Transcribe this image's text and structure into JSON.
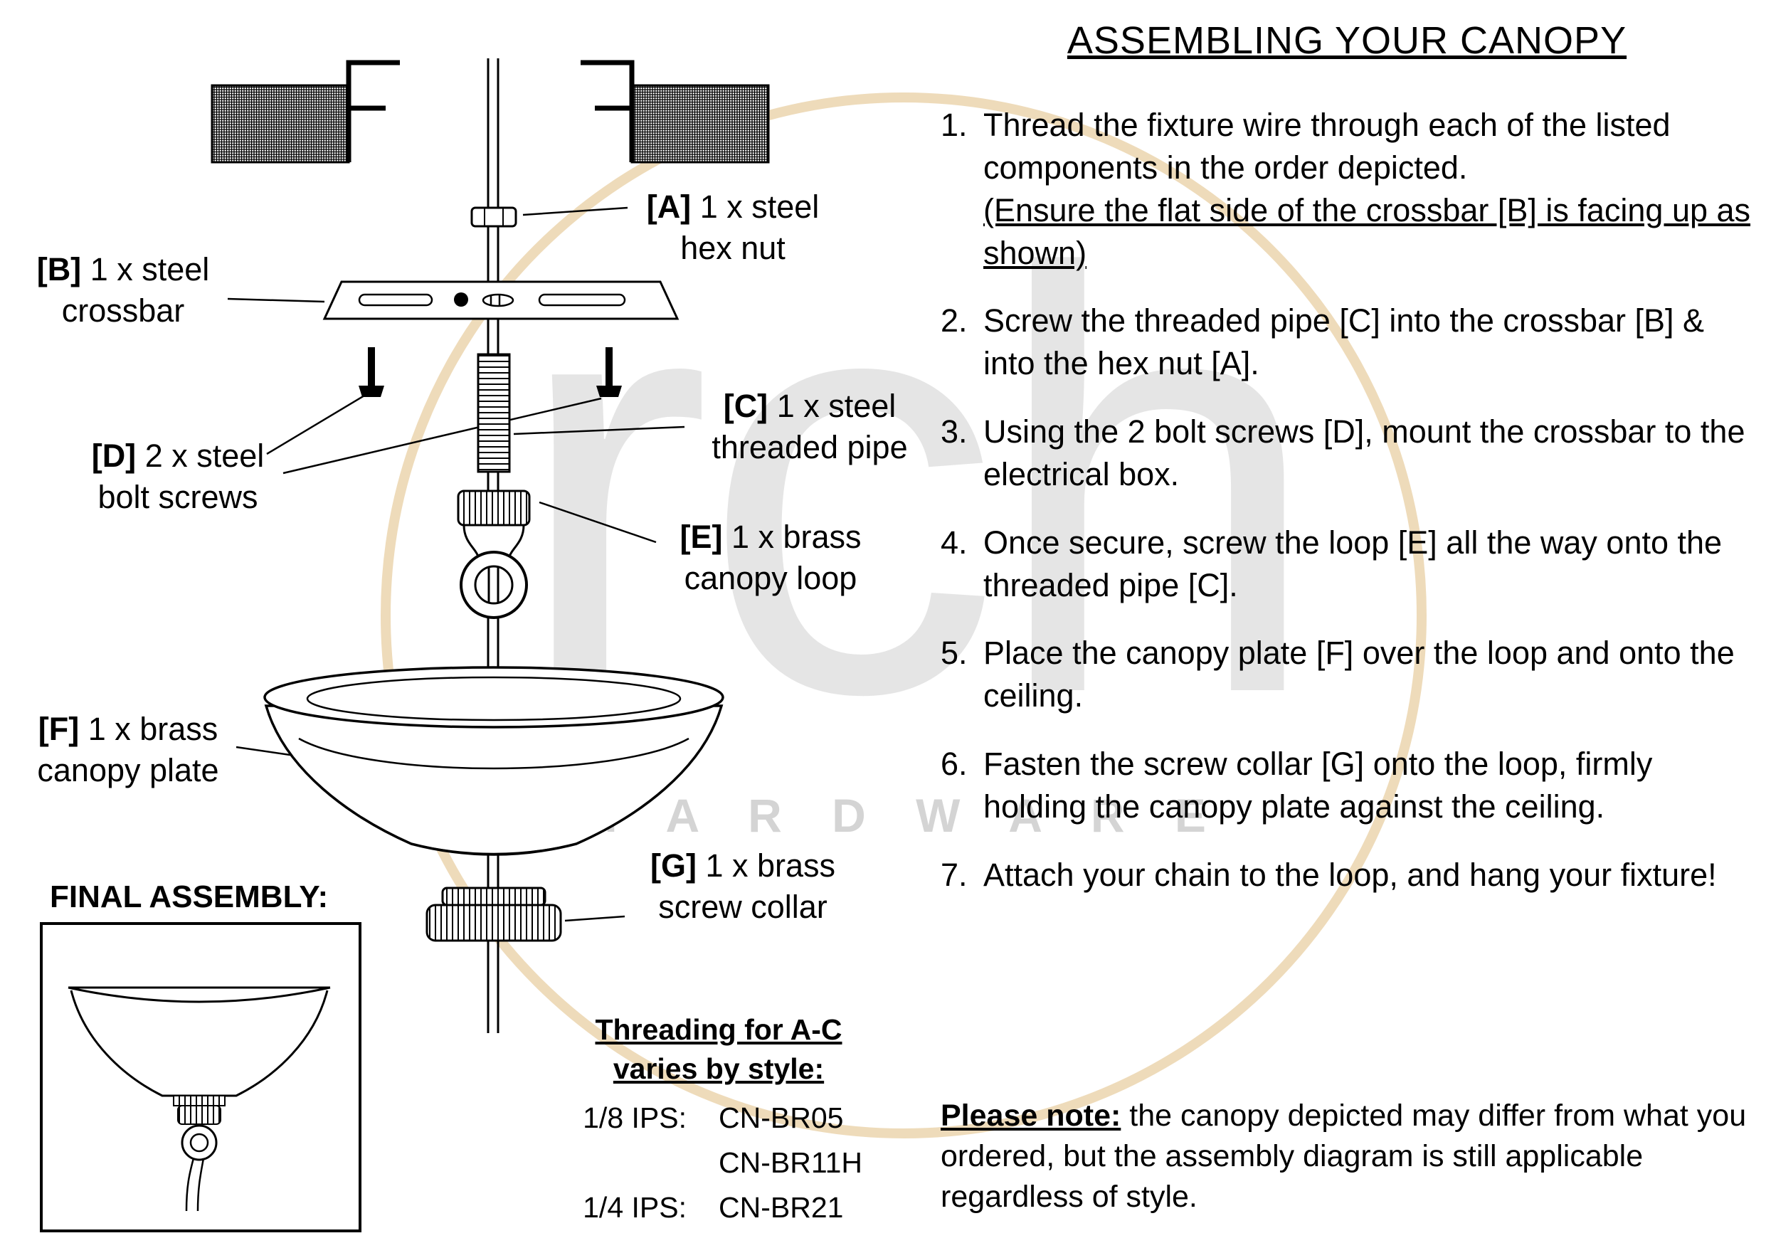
{
  "title": "ASSEMBLING YOUR CANOPY",
  "steps": [
    {
      "num": "1.",
      "text": "Thread the fixture wire through each of the listed components in the order depicted.",
      "underline": "(Ensure the flat side of the crossbar [B] is facing up as shown)"
    },
    {
      "num": "2.",
      "text": "Screw the threaded pipe [C] into the crossbar [B] & into the hex nut [A]."
    },
    {
      "num": "3.",
      "text": "Using the 2 bolt screws [D], mount the crossbar to the electrical box."
    },
    {
      "num": "4.",
      "text": "Once secure, screw the loop [E] all the way onto the threaded pipe [C]."
    },
    {
      "num": "5.",
      "text": "Place the canopy plate [F] over the loop and onto the ceiling."
    },
    {
      "num": "6.",
      "text": "Fasten the screw collar [G] onto the loop, firmly holding the canopy plate against the ceiling."
    },
    {
      "num": "7.",
      "text": "Attach your chain to the loop, and hang your fixture!"
    }
  ],
  "parts": {
    "a": {
      "tag": "[A]",
      "line1": "1 x steel",
      "line2": "hex nut"
    },
    "b": {
      "tag": "[B]",
      "line1": "1 x steel",
      "line2": "crossbar"
    },
    "c": {
      "tag": "[C]",
      "line1": "1 x steel",
      "line2": "threaded pipe"
    },
    "d": {
      "tag": "[D]",
      "line1": "2 x steel",
      "line2": "bolt screws"
    },
    "e": {
      "tag": "[E]",
      "line1": "1 x brass",
      "line2": "canopy loop"
    },
    "f": {
      "tag": "[F]",
      "line1": "1 x brass",
      "line2": "canopy plate"
    },
    "g": {
      "tag": "[G]",
      "line1": "1 x brass",
      "line2": "screw collar"
    }
  },
  "final_assembly": {
    "heading": "FINAL ASSEMBLY:"
  },
  "threading": {
    "heading_line1": "Threading for A-C",
    "heading_line2": "varies by style:",
    "rows": [
      {
        "size": "1/8 IPS:",
        "code": "CN-BR05"
      },
      {
        "size": "",
        "code": "CN-BR11H"
      },
      {
        "size": "1/4 IPS:",
        "code": "CN-BR21"
      }
    ]
  },
  "note": {
    "label": "Please note:",
    "text": " the canopy depicted may differ from what you ordered, but the assembly diagram is still applicable regardless of style."
  },
  "watermark": {
    "brand": "rch",
    "word": "H A R D W A R E",
    "arc_color": "#e0be82",
    "text_color": "#aaaaaa"
  }
}
